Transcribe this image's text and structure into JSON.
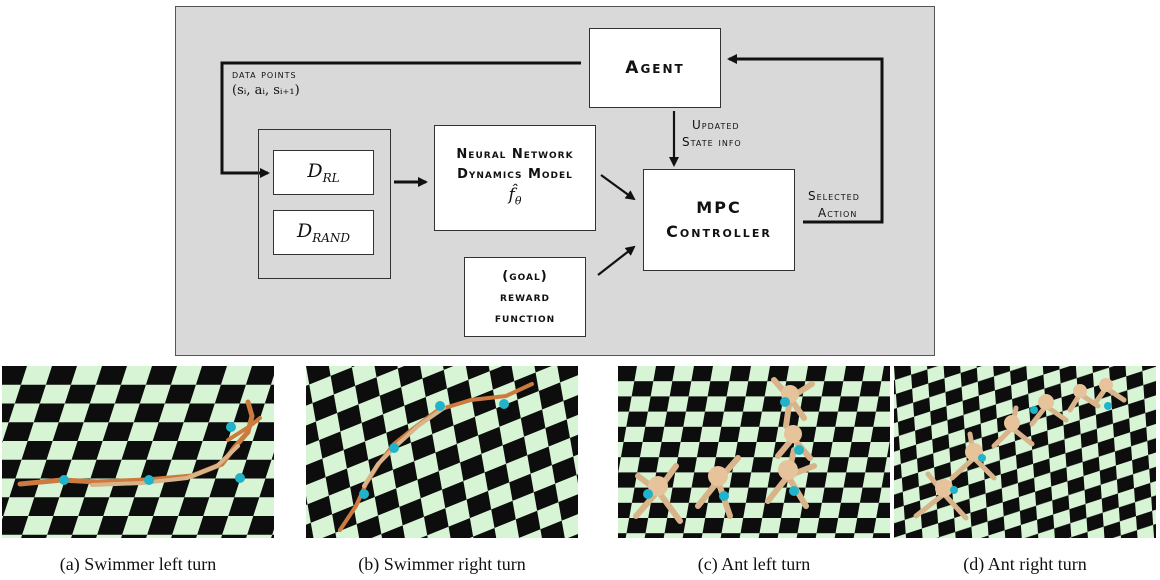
{
  "diagram": {
    "agent_label": "Agent",
    "data_points_label": "data points",
    "data_points_tuple": "(sᵢ,  aᵢ, sᵢ₊₁)",
    "d_rl_base": "D",
    "d_rl_sub": "RL",
    "d_rand_base": "D",
    "d_rand_sub": "RAND",
    "nn_line1": "Neural Network",
    "nn_line2": "Dynamics Model",
    "nn_symbol": "f̂",
    "nn_symbol_sub": "θ",
    "updated_line1": "Updated",
    "updated_line2": "State info",
    "mpc_line1": "MPC",
    "mpc_line2": "Controller",
    "reward_line1": "(goal)",
    "reward_line2": "reward",
    "reward_line3": "function",
    "selected_line1": "Selected",
    "selected_line2": "Action"
  },
  "captions": {
    "a": "(a) Swimmer left turn",
    "b": "(b) Swimmer right turn",
    "c": "(c) Ant left turn",
    "d": "(d) Ant right turn"
  },
  "colors": {
    "checker_light": "#d7f5d5",
    "checker_dark": "#0d0d0d",
    "robot_orange": "#cc7a3e",
    "robot_tan": "#d9b48a",
    "joint_cyan": "#21b3c9"
  }
}
